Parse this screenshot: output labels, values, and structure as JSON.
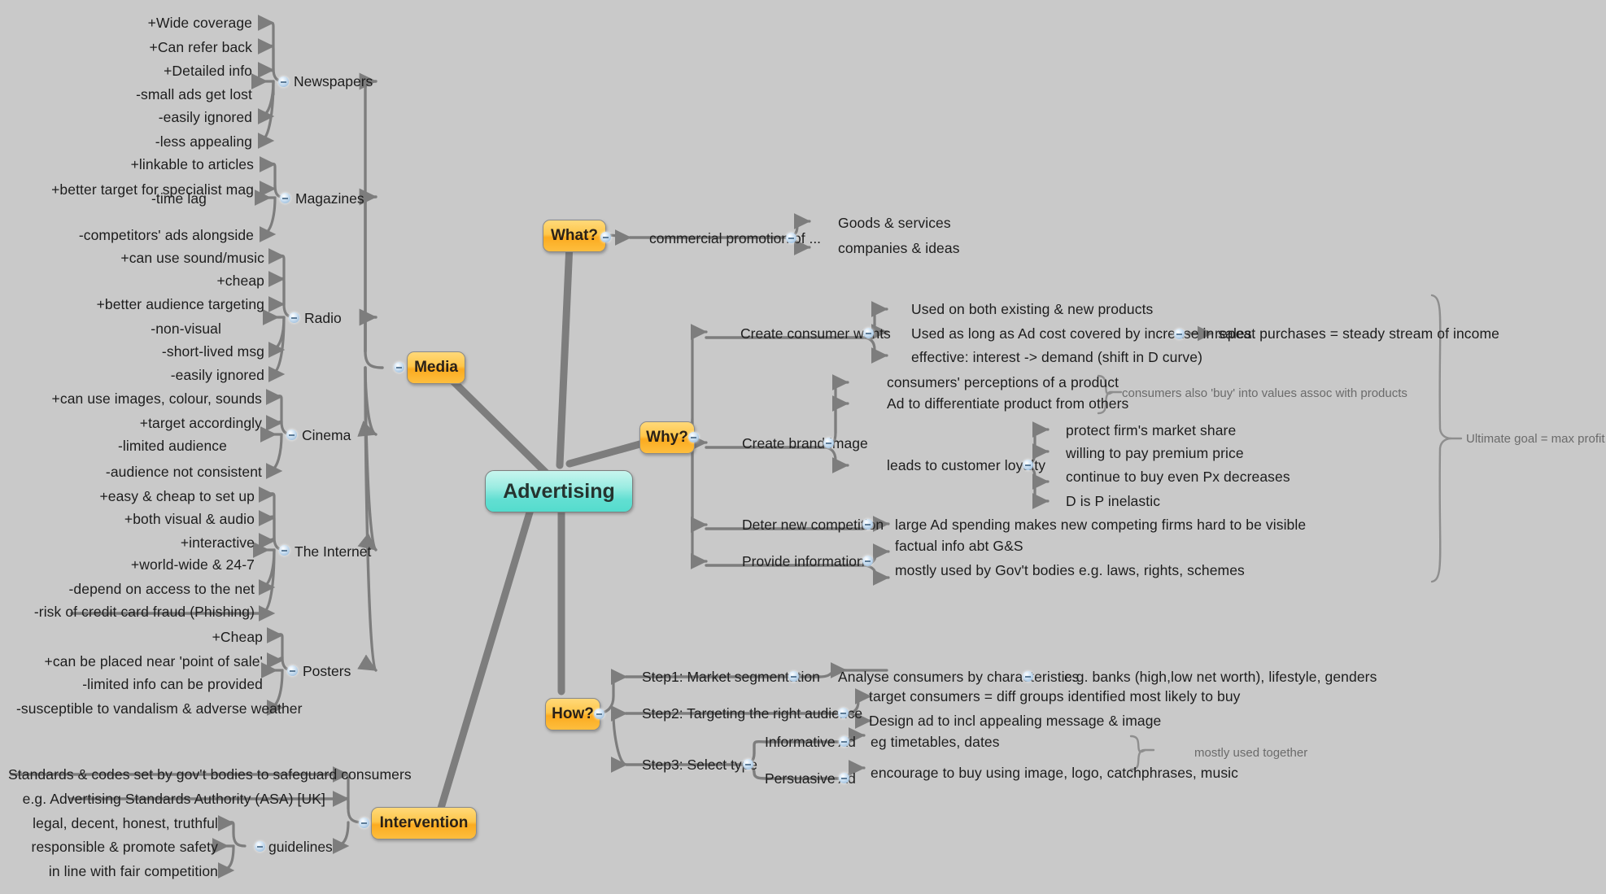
{
  "app": {
    "title": "Advertising",
    "background_color": "#c9c9c9",
    "topic_color": "#fec64a",
    "center_color": "#62dfd2",
    "line_color": "#7d7d7d"
  },
  "center": {
    "label": "Advertising"
  },
  "branches": {
    "media": {
      "label": "Media",
      "children": [
        {
          "label": "Newspapers",
          "leaves": [
            "+Wide coverage",
            "+Can refer back",
            "+Detailed info",
            "-small ads get lost",
            "-easily ignored",
            "-less appealing"
          ]
        },
        {
          "label": "Magazines",
          "leaves": [
            "+linkable to articles",
            "+better target for specialist mag",
            "-time lag",
            "-competitors' ads alongside"
          ]
        },
        {
          "label": "Radio",
          "leaves": [
            "+can use sound/music",
            "+cheap",
            "+better audience targeting",
            "-non-visual",
            "-short-lived msg",
            "-easily ignored"
          ]
        },
        {
          "label": "Cinema",
          "leaves": [
            "+can use images, colour, sounds",
            "+target accordingly",
            "-limited audience",
            "-audience not consistent"
          ]
        },
        {
          "label": "The Internet",
          "leaves": [
            "+easy & cheap to set up",
            "+both visual & audio",
            "+interactive",
            "+world-wide & 24-7",
            "-depend on access to the net",
            "-risk of credit card fraud (Phishing)"
          ]
        },
        {
          "label": "Posters",
          "leaves": [
            "+Cheap",
            "+can be placed near 'point of sale'",
            "-limited info can be provided",
            "-susceptible to vandalism & adverse weather"
          ]
        }
      ]
    },
    "what": {
      "label": "What?",
      "child": {
        "label": "commercial promotion of ...",
        "leaves": [
          "Goods & services",
          "companies & ideas"
        ]
      }
    },
    "why": {
      "label": "Why?",
      "children": [
        {
          "label": "Create consumer wants",
          "leaves": [
            "Used on both existing & new products",
            "Used as long as Ad cost covered by increase in sales",
            "effective: interest -> demand (shift in D curve)"
          ],
          "grandchild": "repeat purchases = steady stream of income"
        },
        {
          "label": "Create brand image",
          "leaves": [
            "consumers' perceptions of a product",
            "Ad to differentiate product from others",
            "leads to customer loyalty"
          ],
          "note": "consumers also 'buy' into values assoc with products",
          "loyalty_leaves": [
            "protect firm's market share",
            "willing to pay premium price",
            "continue to buy even Px decreases",
            "D is P inelastic"
          ]
        },
        {
          "label": "Deter new competition",
          "leaves": [
            "large Ad spending makes new competing firms hard to be visible"
          ]
        },
        {
          "label": "Provide information",
          "leaves": [
            "factual info abt G&S",
            "mostly used by Gov't bodies e.g. laws, rights, schemes"
          ]
        }
      ],
      "summary_note": "Ultimate goal = max profit"
    },
    "how": {
      "label": "How?",
      "children": [
        {
          "label": "Step1: Market segmentation",
          "leaves": [
            "Analyse consumers by characteristics"
          ],
          "grandchild": "e.g. banks (high,low net worth), lifestyle, genders"
        },
        {
          "label": "Step2: Targeting the right audience",
          "leaves": [
            "target consumers = diff groups identified most likely to buy",
            "Design ad to incl appealing message & image"
          ]
        },
        {
          "label": "Step3: Select type",
          "types": [
            {
              "label": "Informative Ad",
              "leaf": "eg timetables, dates"
            },
            {
              "label": "Persuasive Ad",
              "leaf": "encourage to buy using image, logo, catchphrases, music"
            }
          ],
          "note": "mostly used together"
        }
      ]
    },
    "intervention": {
      "label": "Intervention",
      "leaves": [
        "Standards & codes set by gov't bodies to safeguard consumers",
        "e.g. Advertising Standards Authority (ASA) [UK]"
      ],
      "guidelines": {
        "label": "guidelines",
        "leaves": [
          "legal, decent, honest, truthful",
          "responsible & promote safety",
          "in line with fair competition"
        ]
      }
    }
  }
}
